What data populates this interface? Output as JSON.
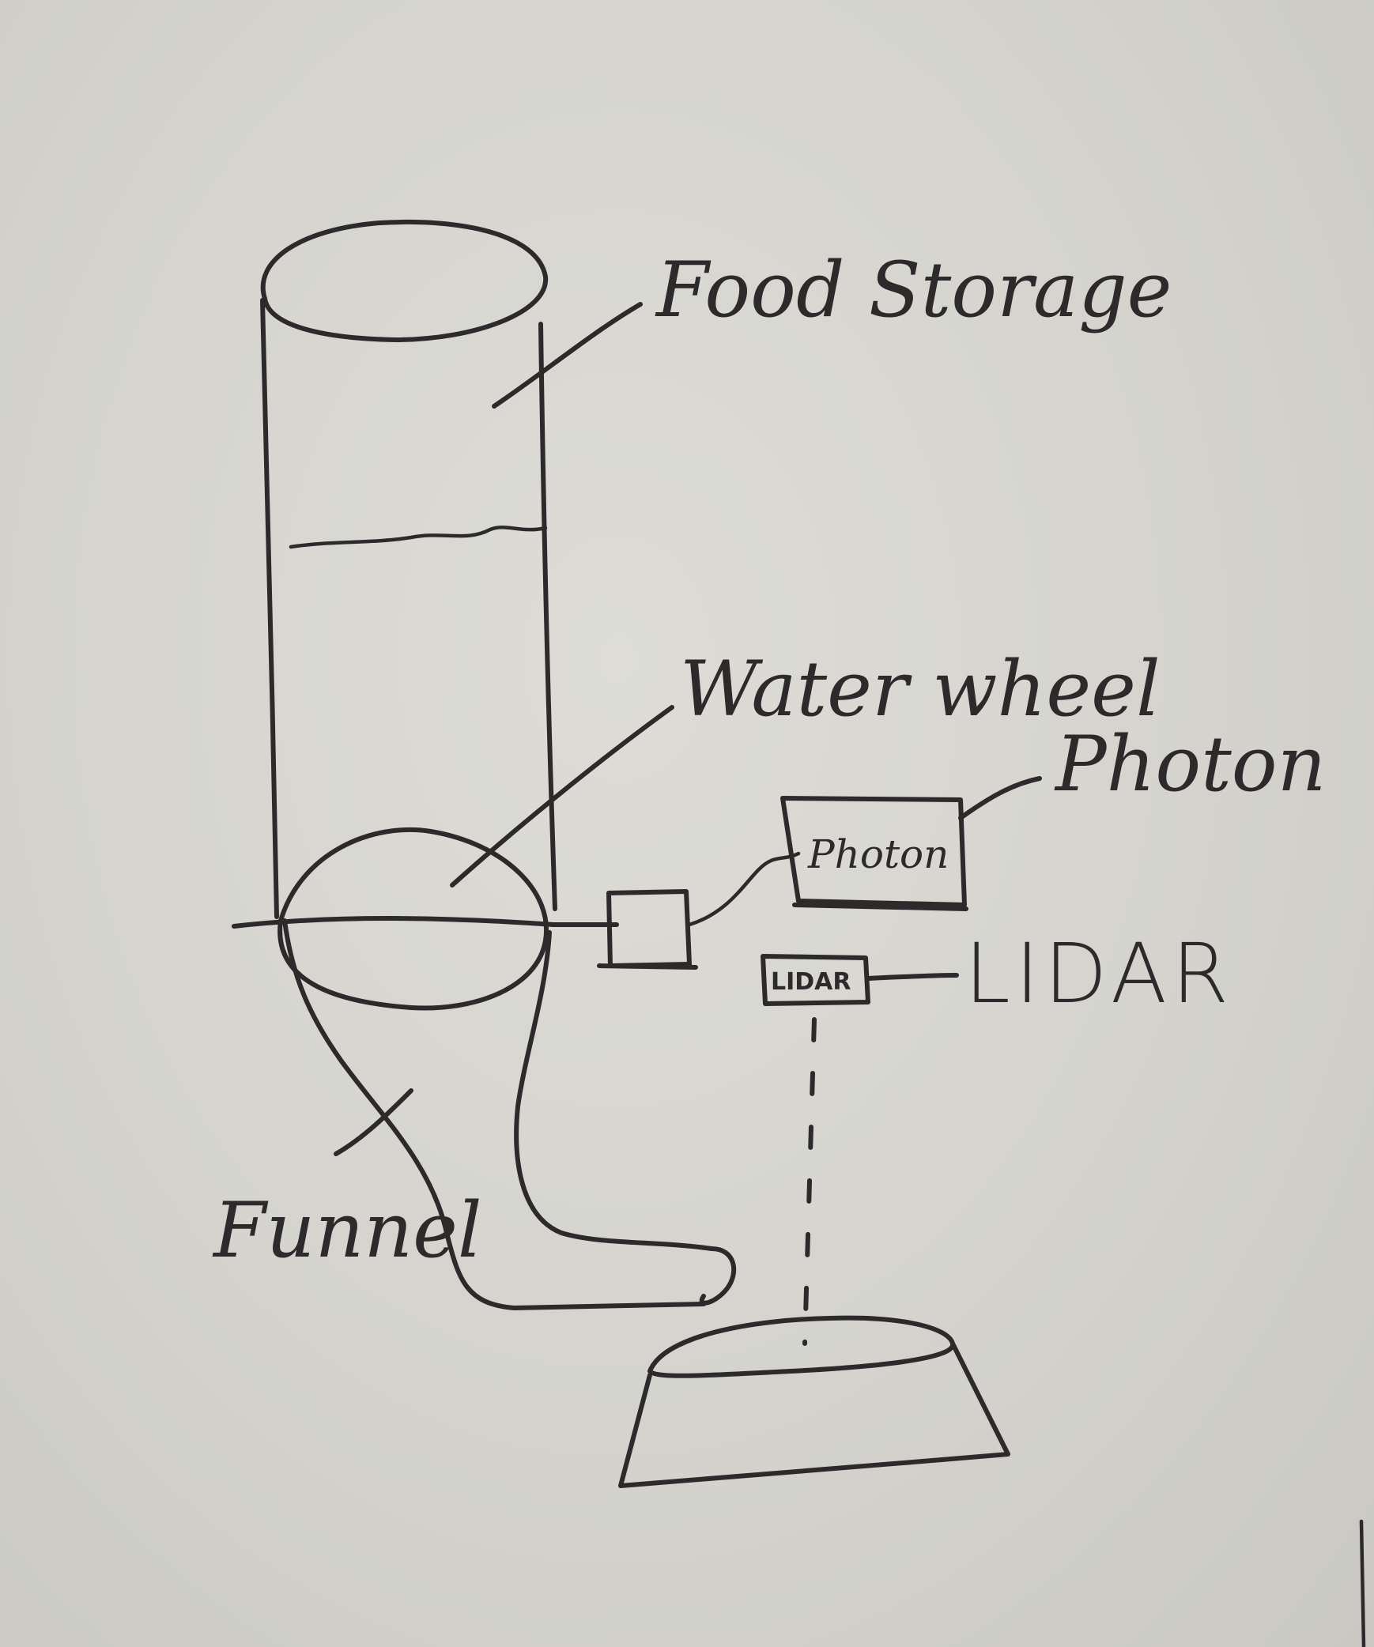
{
  "labels": {
    "food_storage": "Food Storage",
    "water_wheel": "Water wheel",
    "photon": "Photon",
    "photon_box": "Photon",
    "lidar": "LIDAR",
    "lidar_box": "LIDAR",
    "funnel": "Funnel"
  },
  "colors": {
    "ink": "#2e2a2b",
    "paper": "#d6d5cf"
  }
}
